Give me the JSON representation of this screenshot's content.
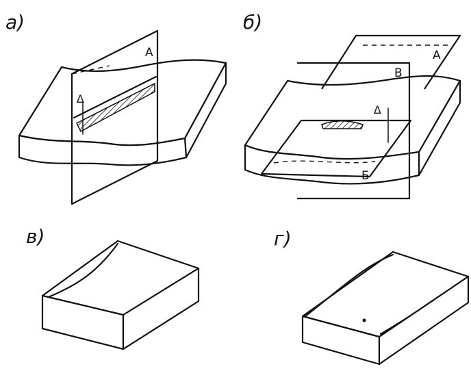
{
  "panels": {
    "a": {
      "label": "а)",
      "plane_label": "A",
      "symbol": "∆"
    },
    "b": {
      "label": "б)",
      "plane_label_top": "A",
      "plane_label_vertical": "B",
      "plane_label_bottom": "Б",
      "symbol": "∆"
    },
    "v": {
      "label": "в)"
    },
    "g": {
      "label": "г)"
    }
  }
}
